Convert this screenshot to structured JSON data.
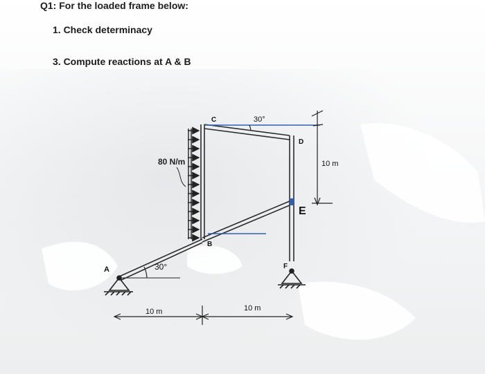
{
  "question": {
    "title": "Q1: For the loaded frame below:",
    "items": [
      "1. Check determinacy",
      "3. Compute reactions at A & B"
    ]
  },
  "diagram": {
    "node_labels": {
      "A": "A",
      "B": "B",
      "C": "C",
      "D": "D",
      "E": "E",
      "F": "F"
    },
    "load_label": "80 N/m",
    "angle_top": "30°",
    "angle_base": "30°",
    "dim_vertical": "10 m",
    "dim_left": "10 m",
    "dim_right": "10 m"
  },
  "colors": {
    "member": "#2b2b2b",
    "annotation_blue": "#2f5fb0",
    "background": "#ffffff"
  }
}
